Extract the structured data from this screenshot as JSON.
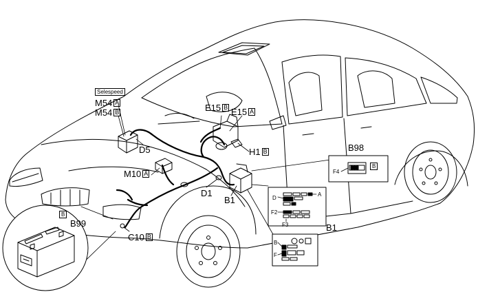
{
  "labels": {
    "selespeed": "Selespeed",
    "m54a": "M54",
    "m54a_box": "A",
    "m54b": "M54",
    "m54b_box": "B",
    "e15b": "E15",
    "e15b_box": "B",
    "e15a": "E15",
    "e15a_box": "A",
    "d5": "D5",
    "h1": "H1",
    "h1_box": "B",
    "m10": "M10",
    "m10_box": "A",
    "d1": "D1",
    "b1_near": "B1",
    "b98": "B98",
    "f4": "F4",
    "b98_box": "B",
    "b99_box": "B",
    "b99": "B99",
    "c10": "C10",
    "c10_box": "B",
    "panel_d": "D",
    "panel_a": "A",
    "panel_f2": "F2",
    "panel_f3": "F3",
    "b1_far": "B1",
    "panel_b": "B",
    "panel_f": "F"
  }
}
